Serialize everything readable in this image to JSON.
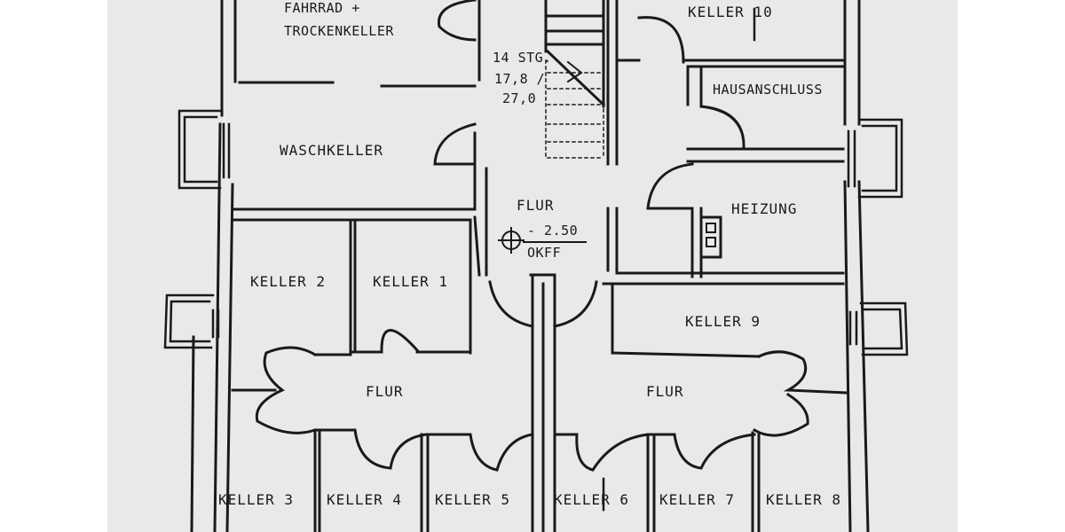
{
  "colors": {
    "background": "#ffffff",
    "paper": "#e9e9e9",
    "ink": "#1a1a1a"
  },
  "plan": {
    "rooms": {
      "fahrrad_line1": "FAHRRAD +",
      "fahrrad_line2": "TROCKENKELLER",
      "waschkeller": "WASCHKELLER",
      "keller_10": "KELLER 10",
      "hausanschluss": "HAUSANSCHLUSS",
      "heizung": "HEIZUNG",
      "keller_1": "KELLER 1",
      "keller_2": "KELLER 2",
      "keller_9": "KELLER 9",
      "keller_3": "KELLER 3",
      "keller_4": "KELLER 4",
      "keller_5": "KELLER 5",
      "keller_6": "KELLER 6",
      "keller_7": "KELLER 7",
      "keller_8": "KELLER 8"
    },
    "stairs": {
      "line1": "14 STG.",
      "line2": "17,8 /",
      "line3": "27,0"
    },
    "flur_center": {
      "label": "FLUR",
      "level": "- 2.50",
      "datum": "OKFF"
    },
    "flur_left": "FLUR",
    "flur_right": "FLUR"
  }
}
